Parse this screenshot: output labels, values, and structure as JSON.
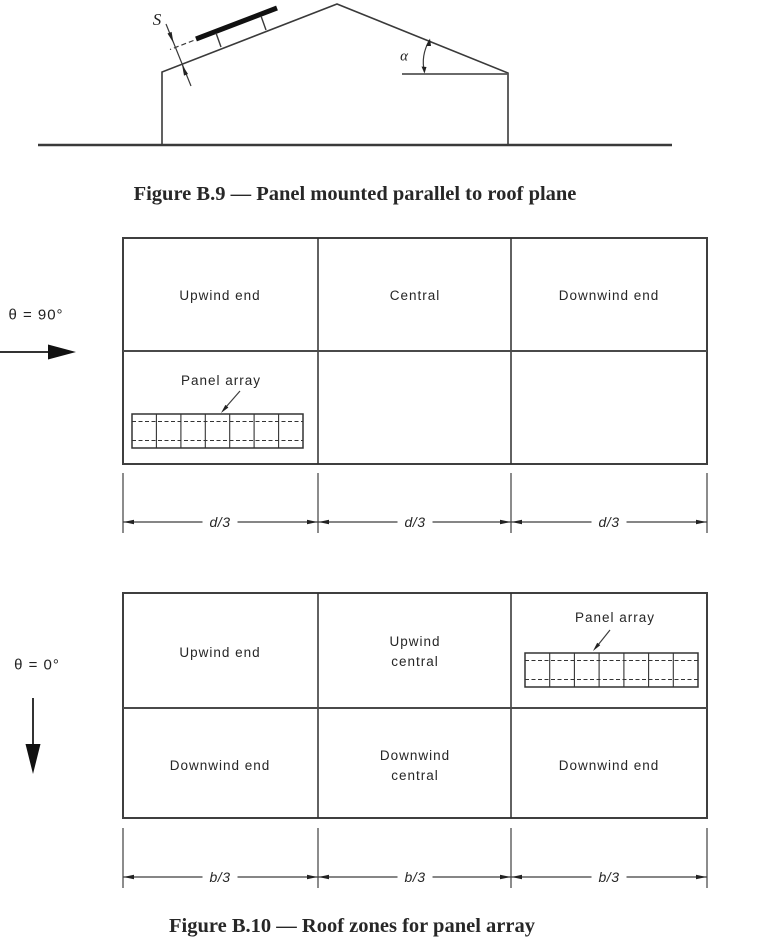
{
  "page": {
    "background": "#ffffff",
    "line_color": "#3a3a3a",
    "text_color": "#262626"
  },
  "figure_b9": {
    "caption": "Figure B.9 — Panel mounted parallel to roof plane",
    "labels": {
      "spacing": "S",
      "roof_angle": "α"
    }
  },
  "figure_b10": {
    "caption": "Figure B.10 — Roof zones for panel array",
    "theta_90": {
      "wind_label": "θ = 90°",
      "zones": [
        "Upwind end",
        "Central",
        "Downwind end"
      ],
      "panel_array_label": "Panel array",
      "dims": [
        "d/3",
        "d/3",
        "d/3"
      ]
    },
    "theta_0": {
      "wind_label": "θ = 0°",
      "zones_top": [
        "Upwind end",
        "Upwind central"
      ],
      "zones_bottom": [
        "Downwind end",
        "Downwind central",
        "Downwind end"
      ],
      "panel_array_label": "Panel array",
      "dims": [
        "b/3",
        "b/3",
        "b/3"
      ]
    }
  }
}
